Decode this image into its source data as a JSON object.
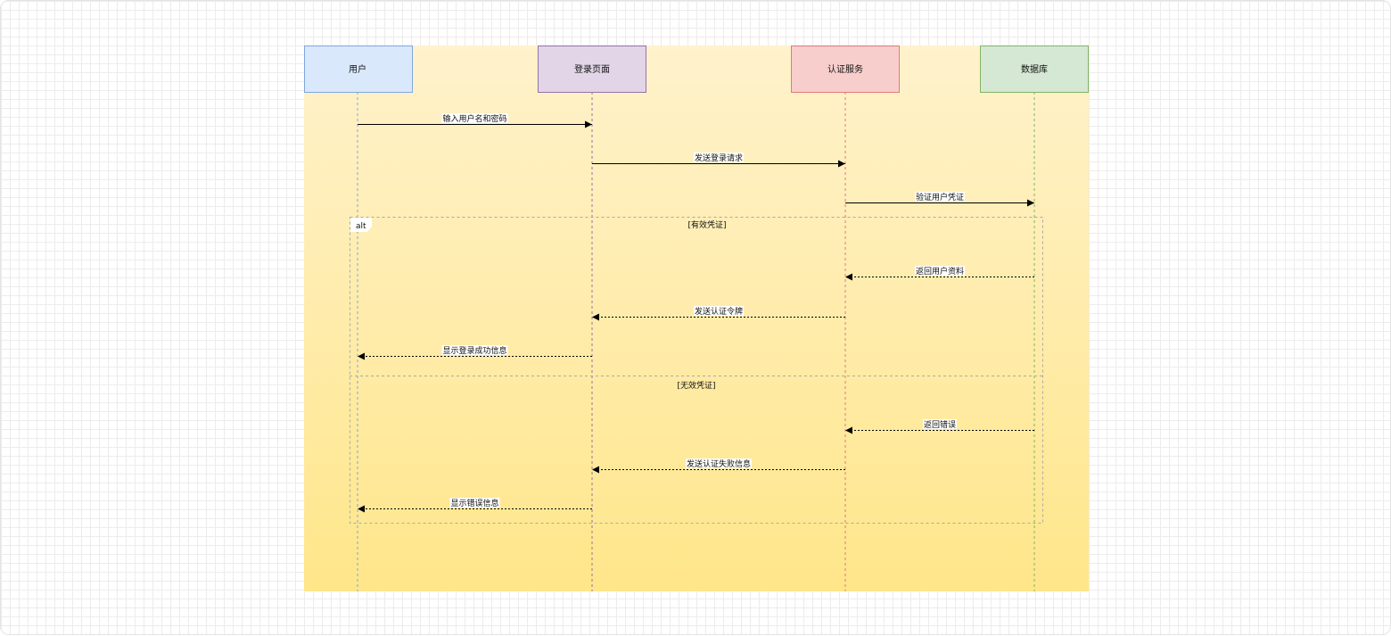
{
  "diagram": {
    "type": "sequence",
    "background": {
      "from": "#fff2cc",
      "to": "#ffe68a"
    },
    "participants": [
      {
        "id": "user",
        "label": "用户",
        "fill": "#dae8fc",
        "stroke": "#7ea6e0"
      },
      {
        "id": "login",
        "label": "登录页面",
        "fill": "#e1d5e7",
        "stroke": "#9673a6"
      },
      {
        "id": "auth",
        "label": "认证服务",
        "fill": "#f8cecc",
        "stroke": "#e07a7a"
      },
      {
        "id": "db",
        "label": "数据库",
        "fill": "#d5e8d4",
        "stroke": "#82b366"
      }
    ],
    "messages": [
      {
        "from": "user",
        "to": "login",
        "label": "输入用户名和密码",
        "style": "solid"
      },
      {
        "from": "login",
        "to": "auth",
        "label": "发送登录请求",
        "style": "solid"
      },
      {
        "from": "auth",
        "to": "db",
        "label": "验证用户凭证",
        "style": "solid"
      },
      {
        "from": "db",
        "to": "auth",
        "label": "返回用户资料",
        "style": "dashed"
      },
      {
        "from": "auth",
        "to": "login",
        "label": "发送认证令牌",
        "style": "dashed"
      },
      {
        "from": "login",
        "to": "user",
        "label": "显示登录成功信息",
        "style": "dashed"
      },
      {
        "from": "db",
        "to": "auth",
        "label": "返回错误",
        "style": "dashed"
      },
      {
        "from": "auth",
        "to": "login",
        "label": "发送认证失败信息",
        "style": "dashed"
      },
      {
        "from": "login",
        "to": "user",
        "label": "显示错误信息",
        "style": "dashed"
      }
    ],
    "fragment": {
      "label": "alt",
      "guards": [
        "[有效凭证]",
        "[无效凭证]"
      ]
    }
  }
}
